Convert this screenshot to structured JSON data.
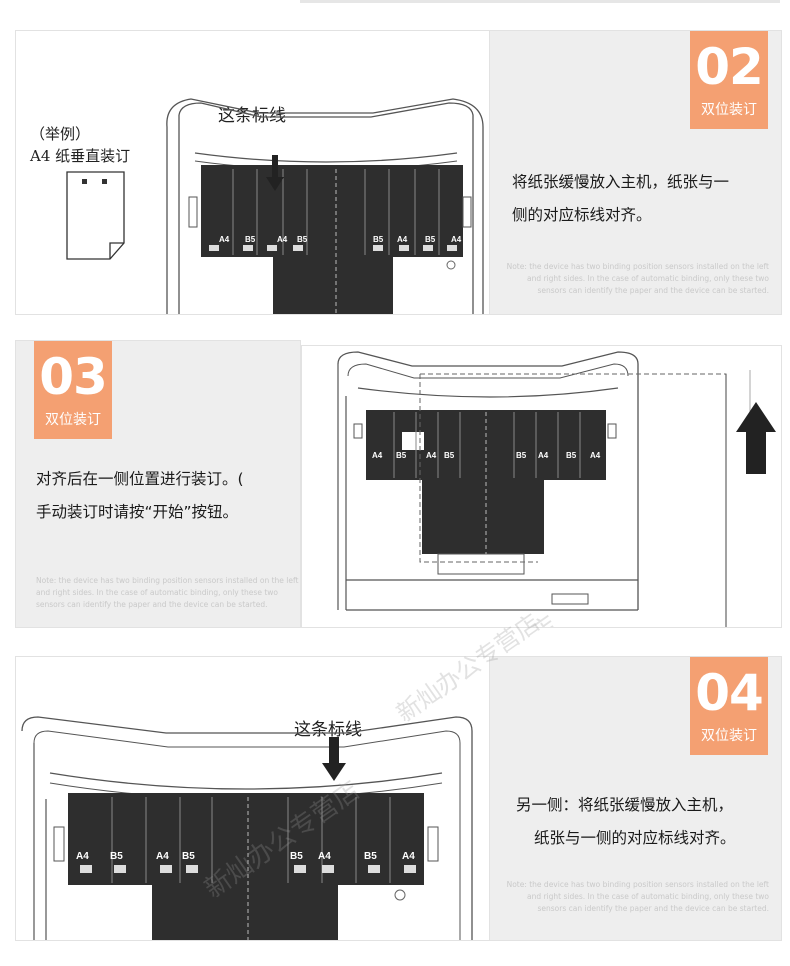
{
  "sections": [
    {
      "number": "02",
      "badge_label": "双位装订",
      "desc_lines": [
        "将纸张缓慢放入主机，纸张与一",
        "侧的对应标线对齐。"
      ],
      "note": [
        "Note: the device has two binding position sensors installed on the left",
        "and right sides. In the case of automatic binding, only these two",
        "sensors can identify the paper and the device can be started."
      ],
      "mark_label": "这条标线",
      "example_label": "（举例）",
      "example_desc": "A4 纸垂直装订"
    },
    {
      "number": "03",
      "badge_label": "双位装订",
      "desc_lines": [
        "对齐后在一侧位置进行装订。(",
        "手动装订时请按“开始”按钮。"
      ],
      "note": [
        "Note: the device has two binding position sensors installed on the left",
        "and right sides. In the case of automatic binding, only these two",
        "sensors can identify the paper and the device can be started."
      ]
    },
    {
      "number": "04",
      "badge_label": "双位装订",
      "desc_lines": [
        "另一侧：将纸张缓慢放入主机，",
        "纸张与一侧的对应标线对齐。"
      ],
      "note": [
        "Note: the device has two binding position sensors installed on the left",
        "and right sides. In the case of automatic binding, only these two",
        "sensors can identify the paper and the device can be started."
      ],
      "mark_label": "这条标线"
    }
  ],
  "slot_labels": [
    "A4",
    "B5",
    "A4",
    "B5",
    "B5",
    "A4",
    "B5",
    "A4"
  ],
  "watermark": "新灿办公专营店",
  "colors": {
    "badge": "#f4a072",
    "panel_gray": "#eeeeee"
  }
}
